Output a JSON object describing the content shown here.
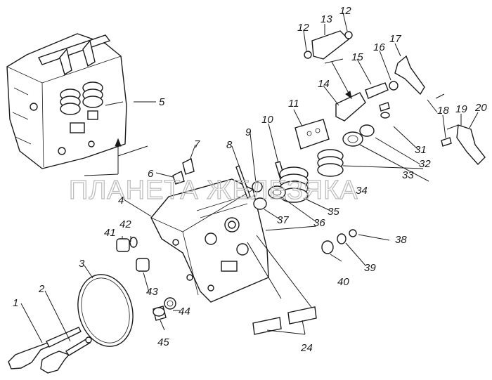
{
  "diagram": {
    "watermark": "ПЛАНЕТА ЖЕЛЕЗЯКА",
    "callouts": {
      "n1": "1",
      "n2": "2",
      "n3": "3",
      "n4": "4",
      "n5": "5",
      "n6": "6",
      "n7": "7",
      "n8": "8",
      "n9": "9",
      "n10": "10",
      "n11": "11",
      "n12a": "12",
      "n12b": "12",
      "n13": "13",
      "n14": "14",
      "n15": "15",
      "n16": "16",
      "n17": "17",
      "n18": "18",
      "n19": "19",
      "n20": "20",
      "n24": "24",
      "n31": "31",
      "n32": "32",
      "n33": "33",
      "n34": "34",
      "n35": "35",
      "n36": "36",
      "n37": "37",
      "n38": "38",
      "n39": "39",
      "n40": "40",
      "n41": "41",
      "n42": "42",
      "n43": "43",
      "n44": "44",
      "n45": "45"
    }
  }
}
